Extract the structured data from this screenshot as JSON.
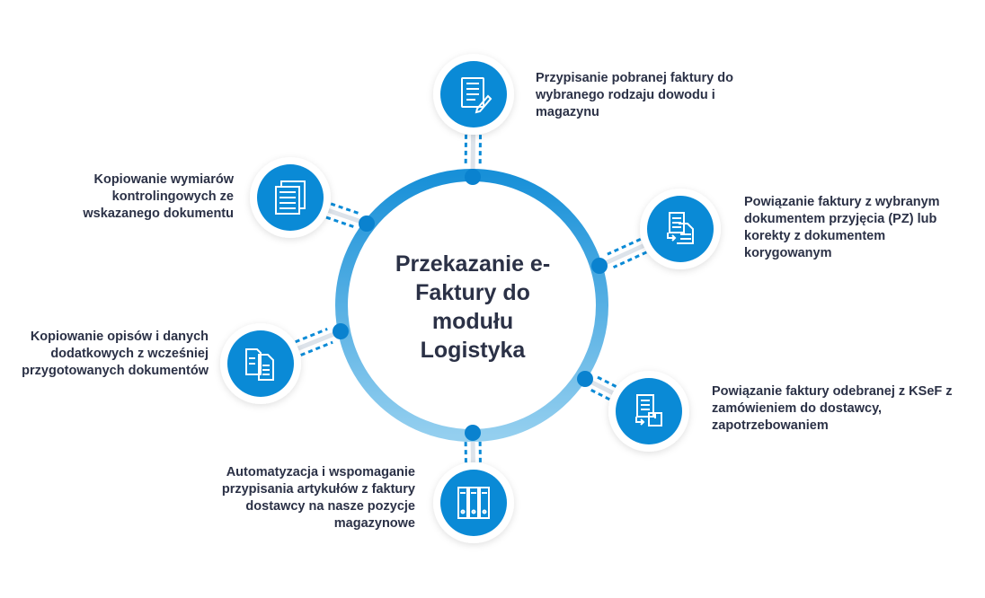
{
  "title": "Przekazanie e-Faktury do modułu Logistyka",
  "colors": {
    "primary": "#0a8ad6",
    "ring_top": "#1890d8",
    "ring_bottom": "#94cfef",
    "text": "#2b3146"
  },
  "steps": [
    {
      "icon": "document-edit-icon",
      "text": "Przypisanie pobranej faktury do wybranego rodzaju dowodu i magazynu"
    },
    {
      "icon": "document-link-icon",
      "text": "Powiązanie faktury z wybranym dokumentem przyjęcia (PZ) lub korekty z dokumentem korygowanym"
    },
    {
      "icon": "document-package-icon",
      "text": "Powiązanie faktury odebranej z KSeF z zamówieniem do dostawcy, zapotrzebowaniem"
    },
    {
      "icon": "binders-icon",
      "text": "Automatyzacja i wspomaganie przypisania artykułów z faktury dostawcy na nasze pozycje magazynowe"
    },
    {
      "icon": "documents-copy-icon",
      "text": "Kopiowanie opisów i danych dodatkowych z wcześniej przygotowanych dokumentów"
    },
    {
      "icon": "document-stack-icon",
      "text": "Kopiowanie wymiarów kontrolingowych ze wskazanego dokumentu"
    }
  ]
}
